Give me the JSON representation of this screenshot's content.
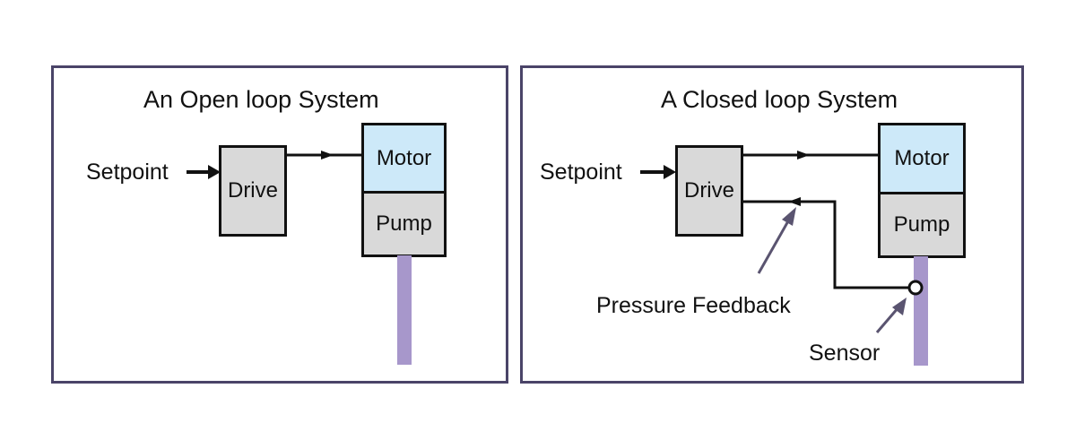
{
  "colors": {
    "panel_border": "#4a4468",
    "drive_fill": "#d9d9d9",
    "motor_fill": "#cde9f9",
    "pump_fill": "#d9d9d9",
    "shaft_fill": "#a797cb",
    "pointer_arrow": "#5a5470",
    "line": "#111111"
  },
  "open_loop": {
    "title": "An Open loop System",
    "setpoint_label": "Setpoint",
    "drive_label": "Drive",
    "motor_label": "Motor",
    "pump_label": "Pump"
  },
  "closed_loop": {
    "title": "A Closed loop  System",
    "setpoint_label": "Setpoint",
    "drive_label": "Drive",
    "motor_label": "Motor",
    "pump_label": "Pump",
    "feedback_label": "Pressure Feedback",
    "sensor_label": "Sensor"
  }
}
